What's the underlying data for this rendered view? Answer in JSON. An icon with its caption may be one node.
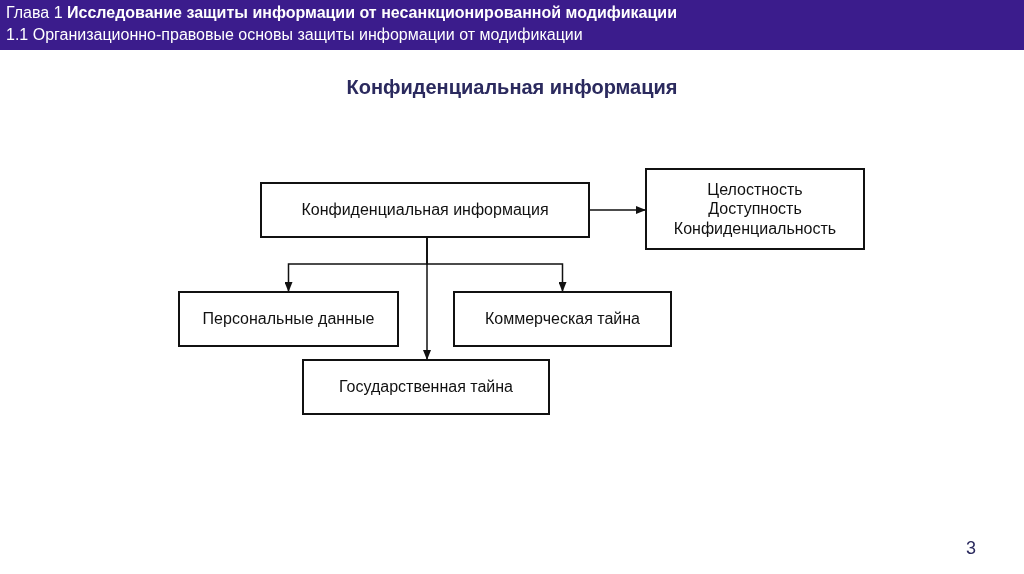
{
  "diagram": {
    "title": "Конфиденциальная информация",
    "nodes": [
      {
        "text": [
          "Конфиденциальная информация"
        ]
      },
      {
        "text": [
          "Целостность",
          "Доступность",
          "Конфиденциальность"
        ]
      },
      {
        "text": [
          "Персональные данные"
        ]
      },
      {
        "text": [
          "Коммерческая тайна"
        ]
      },
      {
        "text": [
          "Государственная тайна"
        ]
      }
    ],
    "edges": [
      {
        "from": 0,
        "to": 1,
        "arrow": "to"
      },
      {
        "from": 0,
        "to": 2,
        "arrow": "to"
      },
      {
        "from": 0,
        "to": 3,
        "arrow": "to"
      },
      {
        "from": 0,
        "to": 4,
        "arrow": "to"
      }
    ],
    "labels": [
      "Глава 1 **Исследование защиты информации от несанкционированной модификации**",
      "1.1 Организационно-правовые основы защиты информации от модификации",
      "3"
    ]
  }
}
